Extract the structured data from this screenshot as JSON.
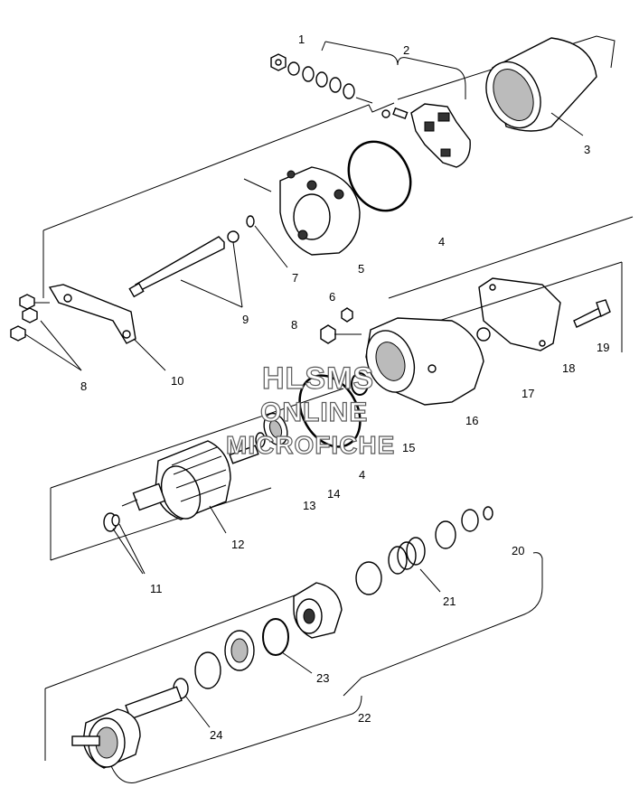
{
  "diagram": {
    "callouts": [
      "1",
      "2",
      "3",
      "4",
      "5",
      "7",
      "9",
      "6",
      "8",
      "8",
      "10",
      "19",
      "18",
      "17",
      "16",
      "15",
      "4",
      "14",
      "13",
      "12",
      "11",
      "20",
      "21",
      "23",
      "22",
      "24"
    ],
    "watermark": [
      "HLSMS",
      "ONLINE",
      "MICROFICHE"
    ]
  }
}
